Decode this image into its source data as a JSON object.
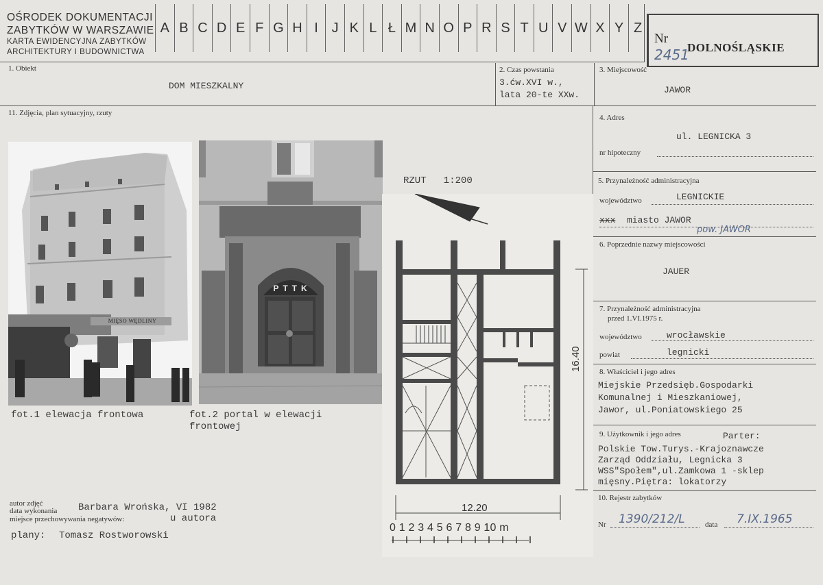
{
  "header": {
    "institution": [
      "OŚRODEK DOKUMENTACJI",
      "ZABYTKÓW W WARSZAWIE",
      "KARTA EWIDENCYJNA ZABYTKÓW",
      "ARCHITEKTURY I BUDOWNICTWA"
    ],
    "letters": [
      "A",
      "B",
      "C",
      "D",
      "E",
      "F",
      "G",
      "H",
      "I",
      "J",
      "K",
      "L",
      "Ł",
      "M",
      "N",
      "O",
      "P",
      "R",
      "S",
      "T",
      "U",
      "V",
      "W",
      "X",
      "Y",
      "Z"
    ],
    "nr_label": "Nr",
    "nr_value": "2451",
    "region": "DOLNOŚLĄSKIE"
  },
  "field1": {
    "label": "1. Obiekt",
    "value": "DOM MIESZKALNY"
  },
  "field2": {
    "label": "2. Czas powstania",
    "value_line1": "3.ćw.XVI w.,",
    "value_line2": "lata 20-te XXw."
  },
  "field3": {
    "label": "3. Miejscowość",
    "value": "JAWOR"
  },
  "field4": {
    "label": "4. Adres",
    "value": "ul. LEGNICKA 3",
    "mortgage_label": "nr hipoteczny"
  },
  "field5": {
    "label": "5. Przynależność administracyjna",
    "voivodeship_label": "województwo",
    "voivodeship_value": "LEGNICKIE",
    "city_prefix": "xxx",
    "city_value": "miasto JAWOR",
    "handwritten_note": "pow. JAWOR"
  },
  "field6": {
    "label": "6. Poprzednie nazwy miejscowości",
    "value": "JAUER"
  },
  "field7": {
    "label_line1": "7. Przynależność administracyjna",
    "label_line2": "przed 1.VI.1975 r.",
    "voivodeship_label": "województwo",
    "voivodeship_value": "wrocławskie",
    "county_label": "powiat",
    "county_value": "legnicki"
  },
  "field8": {
    "label": "8. Właściciel i jego adres",
    "lines": [
      "Miejskie Przedsięb.Gospodarki",
      "Komunalnej i Mieszkaniowej,",
      "Jawor, ul.Poniatowskiego 25"
    ]
  },
  "field9": {
    "label": "9. Użytkownik i jego adres",
    "header": "Parter:",
    "lines": [
      "Polskie Tow.Turys.-Krajoznawcze",
      "Zarząd Oddziału, Legnicka 3",
      "WSS\"Społem\",ul.Zamkowa 1 -sklep",
      "mięsny.Piętra: lokatorzy"
    ]
  },
  "field10": {
    "label": "10. Rejestr zabytków",
    "nr_label": "Nr",
    "nr_value": "1390/212/L",
    "date_label": "data",
    "date_value": "7.IX.1965"
  },
  "field11": {
    "label": "11. Zdjęcia, plan sytuacyjny, rzuty",
    "photo1_caption": "fot.1 elewacja frontowa",
    "photo2_caption_line1": "fot.2 portal w elewacji",
    "photo2_caption_line2": "frontowej",
    "plan_title": "RZUT   1:200",
    "plan_dim_vertical": "16.40",
    "plan_dim_horizontal": "12.20",
    "scale_text": "0 1 2 3 4 5 6 7 8 9 10 m",
    "shop_sign": "MIĘSO WĘDLINY",
    "portal_letters": "PTTK"
  },
  "credits": {
    "author_label": "autor zdjęć",
    "date_label": "data wykonania",
    "storage_label": "miejsce przechowywania negatywów:",
    "author_value": "Barbara Wrońska, VI 1982",
    "storage_value": "u autora",
    "plans_label": "plany:",
    "plans_value": "Tomasz Rostworowski"
  }
}
